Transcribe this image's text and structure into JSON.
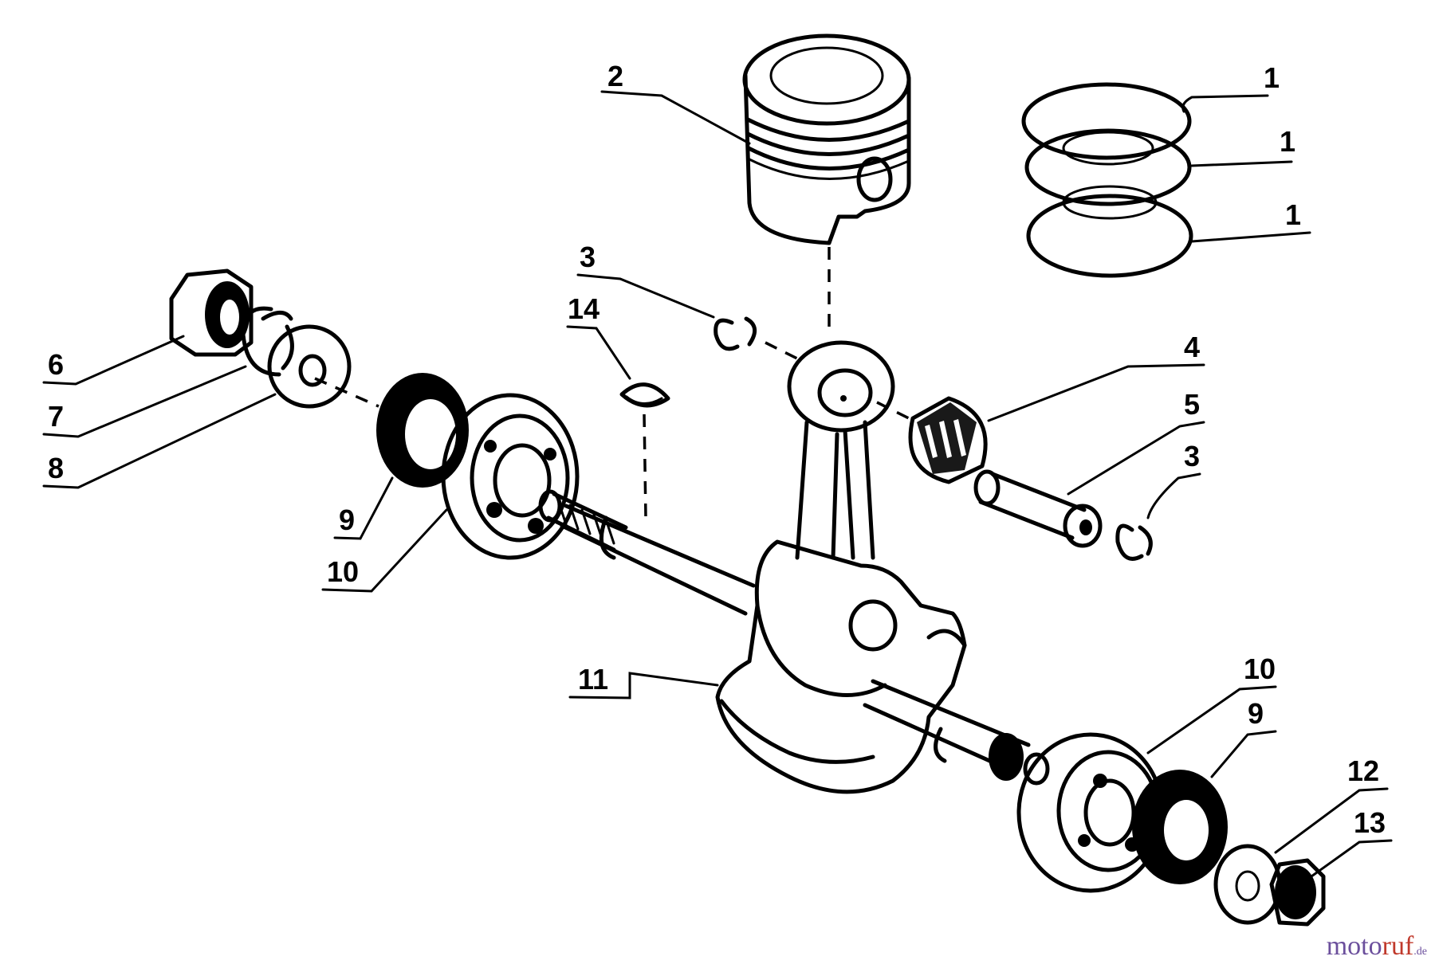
{
  "callouts": {
    "c1a": "1",
    "c1b": "1",
    "c1c": "1",
    "c2": "2",
    "c3a": "3",
    "c3b": "3",
    "c4": "4",
    "c5": "5",
    "c6": "6",
    "c7": "7",
    "c8": "8",
    "c9a": "9",
    "c9b": "9",
    "c10a": "10",
    "c10b": "10",
    "c11": "11",
    "c12": "12",
    "c13": "13",
    "c14": "14"
  },
  "watermark": {
    "part1": "moto",
    "part2": "ruf",
    "part3": ".de"
  }
}
